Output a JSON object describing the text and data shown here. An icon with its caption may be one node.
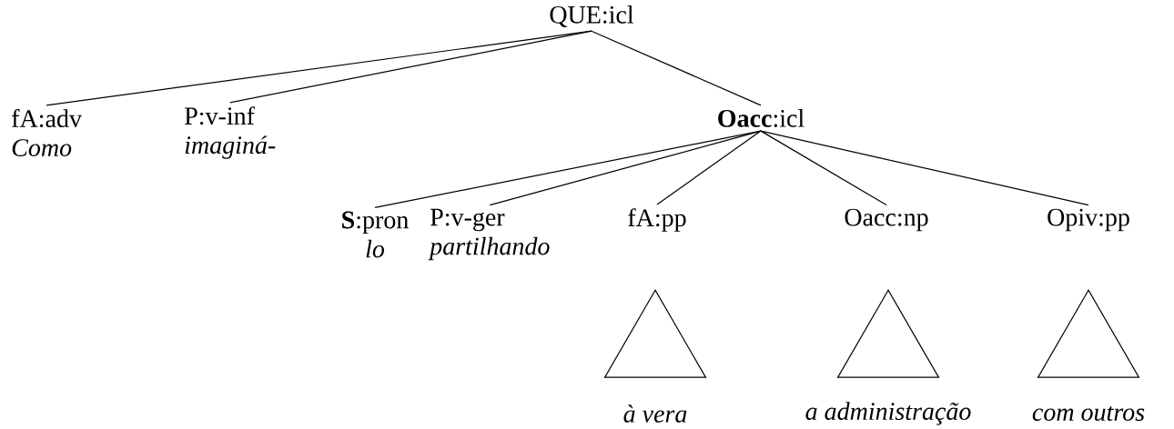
{
  "diagram": {
    "nodes": [
      {
        "text": [
          "QUE:icl"
        ]
      },
      {
        "text": [
          "fA:adv",
          "Como"
        ]
      },
      {
        "text": [
          "P:v-inf",
          "imaginá-"
        ]
      },
      {
        "text": [
          "**Oacc**:icl"
        ]
      },
      {
        "text": [
          "**S**:pron",
          "lo"
        ]
      },
      {
        "text": [
          "P:v-ger",
          "partilhando"
        ]
      },
      {
        "text": [
          "fA:pp"
        ]
      },
      {
        "text": [
          "Oacc:np"
        ]
      },
      {
        "text": [
          "Opiv:pp"
        ]
      },
      {
        "text": [],
        "shape": "triangle",
        "beside": [
          "à vera"
        ]
      },
      {
        "text": [],
        "shape": "triangle",
        "beside": [
          "a administração"
        ]
      },
      {
        "text": [],
        "shape": "triangle",
        "beside": [
          "com outros"
        ]
      }
    ],
    "edges": [
      {
        "from": 0,
        "to": 1,
        "arrow": "none"
      },
      {
        "from": 0,
        "to": 2,
        "arrow": "none"
      },
      {
        "from": 0,
        "to": 3,
        "arrow": "none"
      },
      {
        "from": 3,
        "to": 4,
        "arrow": "none"
      },
      {
        "from": 3,
        "to": 5,
        "arrow": "none"
      },
      {
        "from": 3,
        "to": 6,
        "arrow": "none"
      },
      {
        "from": 3,
        "to": 7,
        "arrow": "none"
      },
      {
        "from": 3,
        "to": 8,
        "arrow": "none"
      }
    ]
  }
}
